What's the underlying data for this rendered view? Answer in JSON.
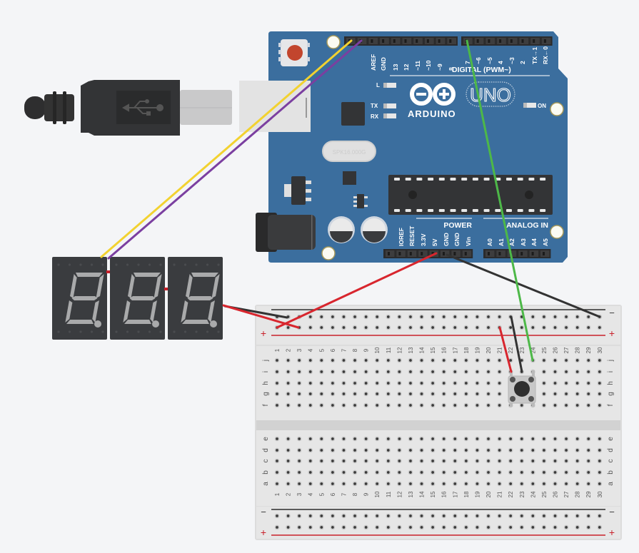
{
  "arduino": {
    "logo_text": "ARDUINO",
    "model": "UNO",
    "crystal_label": "SPK16.000G",
    "digital_header_label": "DIGITAL (PWM~)",
    "top_left_pins": [
      "AREF",
      "GND",
      "13",
      "12",
      "~11",
      "~10",
      "~9",
      "8"
    ],
    "top_right_pins": [
      "7",
      "~6",
      "~5",
      "4",
      "~3",
      "2",
      "TX→1",
      "RX←0"
    ],
    "power_header_label": "POWER",
    "power_pins": [
      "IOREF",
      "RESET",
      "3.3V",
      "5V",
      "GND",
      "GND",
      "Vin"
    ],
    "analog_header_label": "ANALOG IN",
    "analog_pins": [
      "A0",
      "A1",
      "A2",
      "A3",
      "A4",
      "A5"
    ],
    "led_labels": {
      "l": "L",
      "tx": "TX",
      "rx": "RX",
      "on": "ON"
    },
    "colors": {
      "board": "#3b6e9e",
      "reset_button": "#c2452d"
    }
  },
  "usb_cable": {
    "icon": "usb-icon"
  },
  "seven_segment_displays": [
    {
      "digit": "8",
      "decimal_point": true
    },
    {
      "digit": "8",
      "decimal_point": true
    },
    {
      "digit": "8",
      "decimal_point": true
    }
  ],
  "breadboard": {
    "columns": 30,
    "top_rows": [
      "j",
      "i",
      "h",
      "g",
      "f"
    ],
    "bottom_rows": [
      "e",
      "d",
      "c",
      "b",
      "a"
    ],
    "rail_minus_label": "−",
    "rail_plus_label": "+"
  },
  "pushbutton": {
    "columns": [
      "22",
      "24"
    ],
    "rows": [
      "i",
      "f"
    ]
  },
  "wires": [
    {
      "name": "wire-yellow",
      "color": "#f2d230",
      "from": "AREF header",
      "to": "display 1"
    },
    {
      "name": "wire-purple",
      "color": "#7b3fa0",
      "from": "GND header",
      "to": "display 2"
    },
    {
      "name": "wire-green",
      "color": "#4db848",
      "from": "pin 7",
      "to": "breadboard j24"
    },
    {
      "name": "wire-red-5v",
      "color": "#d8262e",
      "from": "5V",
      "to": "top + rail col 1"
    },
    {
      "name": "wire-black-gnd",
      "color": "#333333",
      "from": "GND",
      "to": "top − rail col 30"
    },
    {
      "name": "wire-red-display",
      "color": "#d8262e",
      "from": "display 3",
      "to": "top + rail col 3"
    },
    {
      "name": "wire-black-display",
      "color": "#333333",
      "from": "display 3",
      "to": "top − rail col 2"
    },
    {
      "name": "wire-red-button",
      "color": "#d8262e",
      "from": "top + rail col 21",
      "to": "i22"
    },
    {
      "name": "wire-black-button",
      "color": "#333333",
      "from": "top − rail col 22",
      "to": "i23"
    }
  ]
}
